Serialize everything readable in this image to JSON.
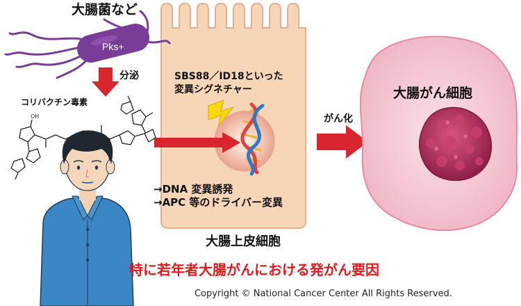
{
  "labels": {
    "bacteria": "大腸菌など",
    "pks": "Pks+",
    "secretion": "分泌",
    "toxin": "コリバクチン毒素",
    "signature_line1": "SBS88／ID18といった",
    "signature_line2": "変異シグネチャー",
    "dna_mutation": "→DNA 変異誘発",
    "driver_mutation": "→APC 等のドライバー変異",
    "epithelial_cell": "大腸上皮細胞",
    "canceration": "がん化",
    "cancer_cell": "大腸がん細胞",
    "caption": "特に若年者大腸がんにおける発がん要因",
    "copyright": "Copyright © National Cancer Center All Rights Reserved."
  },
  "colors": {
    "bacterium": "#7a3d97",
    "epithelial_cell": "#f7d6b8",
    "arrow": "#d9252d",
    "cancer_cell": "#f4c7d2",
    "tumor": "#b8325f",
    "caption": "#e0191f",
    "shirt": "#3b86c4"
  },
  "icons": [
    "bacterium-icon",
    "lightning-icon",
    "dna-helix-icon",
    "colibactin-molecule-icon",
    "person-icon"
  ]
}
